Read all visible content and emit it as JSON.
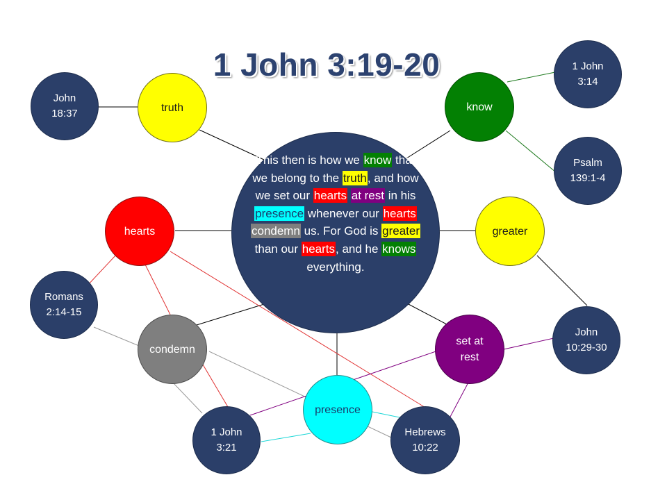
{
  "title": "1 John 3:19-20",
  "passage": {
    "segments": [
      {
        "text": "This then is how we "
      },
      {
        "text": "know",
        "highlight": "know"
      },
      {
        "text": " that we belong to the "
      },
      {
        "text": "truth",
        "highlight": "truth"
      },
      {
        "text": ", and how we set our "
      },
      {
        "text": "hearts",
        "highlight": "hearts"
      },
      {
        "text": " "
      },
      {
        "text": "at rest",
        "highlight": "rest"
      },
      {
        "text": " in his "
      },
      {
        "text": "presence",
        "highlight": "presence"
      },
      {
        "text": " whenever our "
      },
      {
        "text": "hearts",
        "highlight": "hearts"
      },
      {
        "text": " "
      },
      {
        "text": "condemn",
        "highlight": "condemn"
      },
      {
        "text": " us. For God is "
      },
      {
        "text": "greater",
        "highlight": "greater"
      },
      {
        "text": " than our "
      },
      {
        "text": "hearts",
        "highlight": "hearts"
      },
      {
        "text": ", and he "
      },
      {
        "text": "knows",
        "highlight": "know"
      },
      {
        "text": " everything."
      }
    ]
  },
  "keywords": {
    "truth": "truth",
    "know": "know",
    "hearts": "hearts",
    "greater": "greater",
    "condemn": "condemn",
    "presence": "presence",
    "rest": "set at\nrest"
  },
  "references": {
    "john_18_37": "John\n18:37",
    "john1_3_14": "1 John\n3:14",
    "psalm_139": "Psalm\n139:1-4",
    "romans_2": "Romans\n2:14-15",
    "john_10": "John\n10:29-30",
    "john1_3_21": "1 John\n3:21",
    "hebrews_10": "Hebrews\n10:22"
  },
  "colors": {
    "navy": "#2b3f69",
    "yellow": "#ffff00",
    "green": "#038003",
    "red": "#ff0000",
    "gray": "#7f7f7f",
    "cyan": "#00ffff",
    "purple": "#800080"
  }
}
